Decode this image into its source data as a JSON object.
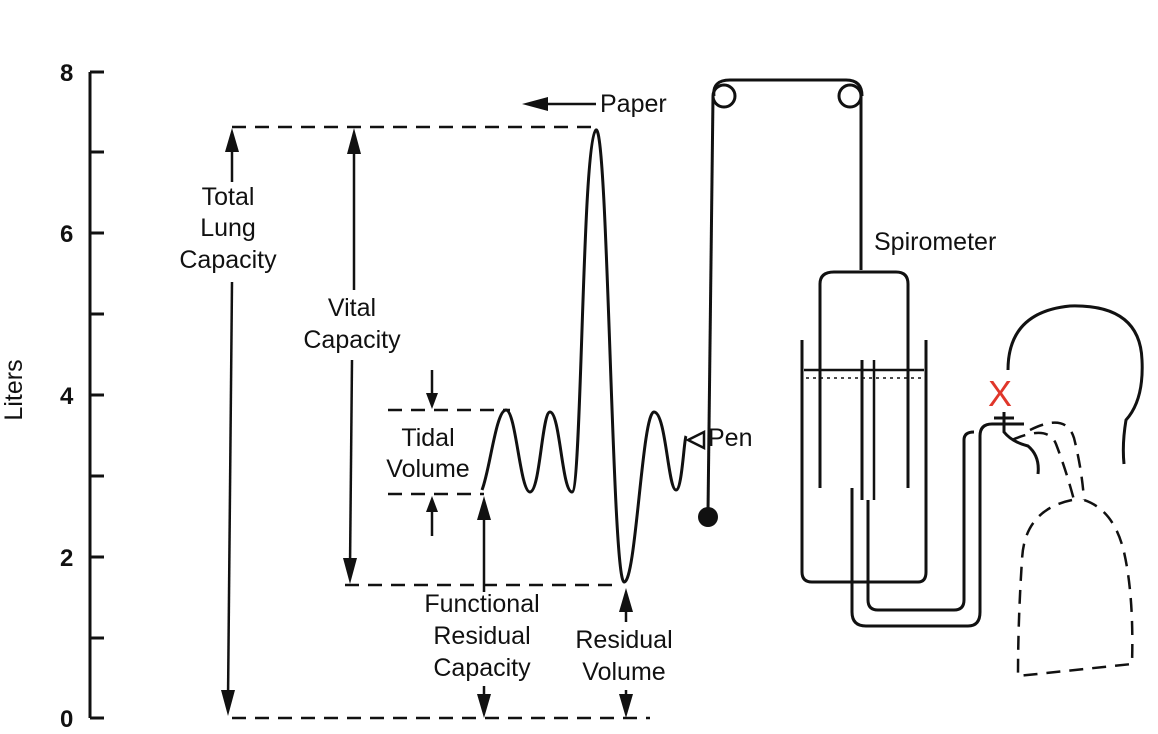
{
  "axis": {
    "title": "Liters",
    "ticks": [
      "0",
      "2",
      "4",
      "6",
      "8"
    ]
  },
  "labels": {
    "paper": "Paper",
    "pen": "Pen",
    "spirometer": "Spirometer",
    "total_lung_capacity": [
      "Total",
      "Lung",
      "Capacity"
    ],
    "vital_capacity": [
      "Vital",
      "Capacity"
    ],
    "tidal_volume": [
      "Tidal",
      "Volume"
    ],
    "functional_residual_capacity": [
      "Functional",
      "Residual",
      "Capacity"
    ],
    "residual_volume": [
      "Residual",
      "Volume"
    ]
  },
  "marker": {
    "text": "X",
    "color": "#e0362a"
  }
}
